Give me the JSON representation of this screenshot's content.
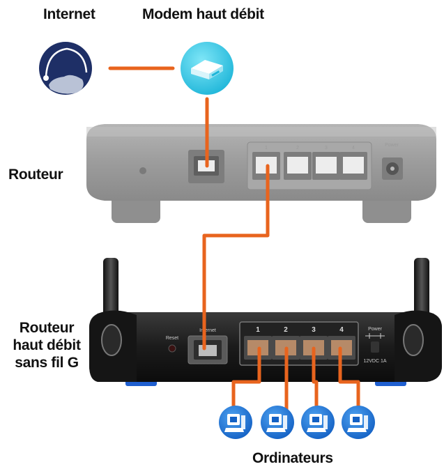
{
  "labels": {
    "internet": "Internet",
    "modem": "Modem haut débit",
    "router": "Routeur",
    "wireless_router": [
      "Routeur",
      "haut débit",
      "sans fil G"
    ],
    "computers": "Ordinateurs"
  },
  "router_panel": {
    "power_label": "Power",
    "port_numbers": [
      "1",
      "2",
      "3",
      "4"
    ]
  },
  "wireless_router_panel": {
    "reset_label": "Reset",
    "internet_label": "Internet",
    "port_numbers": [
      "1",
      "2",
      "3",
      "4"
    ],
    "power_label": "Power",
    "power_spec": "12VDC 1A"
  },
  "icons": [
    "globe-icon",
    "modem-icon",
    "computer-icon"
  ],
  "colors": {
    "cable": "#e8641e",
    "internet_icon": "#1e2f66",
    "modem_icon": "#2bc8e8",
    "computer_icon": "#1a72d6",
    "router_body": "#9b9b9b",
    "wireless_router_body": "#1e1e1e",
    "feet_accent": "#1f5fd0"
  }
}
